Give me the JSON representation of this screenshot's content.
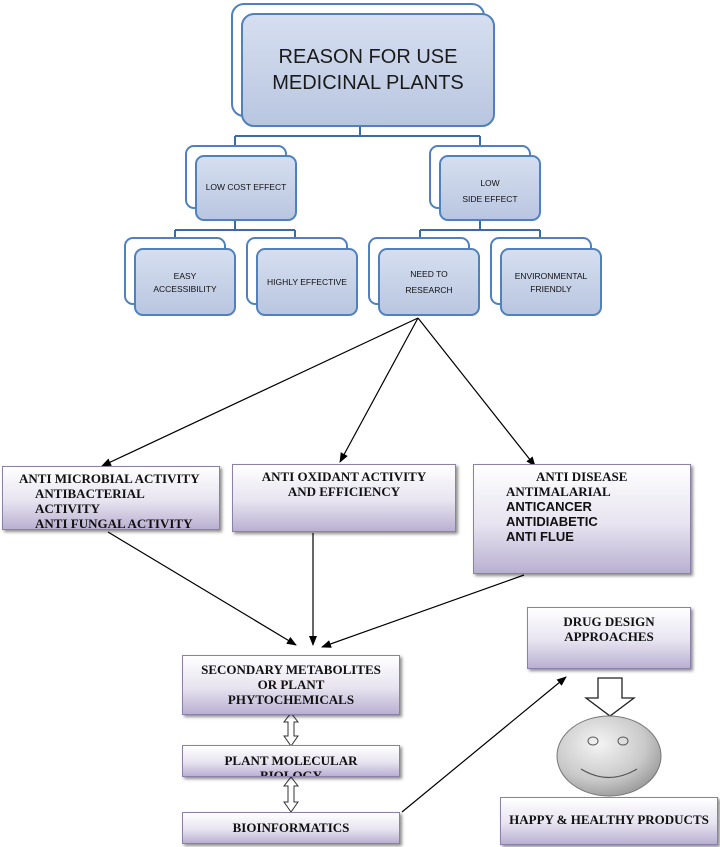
{
  "root": {
    "line1": "REASON FOR USE",
    "line2": "MEDICINAL PLANTS"
  },
  "level1": {
    "low_cost": "LOW COST EFFECT",
    "low_side": {
      "line1": "LOW",
      "line2": "SIDE EFFECT"
    }
  },
  "level2": {
    "easy": {
      "line1": "EASY",
      "line2": "ACCESSIBILITY"
    },
    "highly": "HIGHLY EFFECTIVE",
    "need": {
      "line1": "NEED TO",
      "line2": "RESEARCH"
    },
    "env": {
      "line1": "ENVIRONMENTAL",
      "line2": "FRIENDLY"
    }
  },
  "activities": {
    "microbial": {
      "title": "ANTI MICROBIAL ACTIVITY",
      "item1": "ANTIBACTERIAL",
      "item2": "ACTIVITY",
      "item3": "ANTI FUNGAL ACTIVITY"
    },
    "oxidant": {
      "line1": "ANTI OXIDANT ACTIVITY",
      "line2": "AND EFFICIENCY"
    },
    "disease": {
      "title": "ANTI DISEASE",
      "item1": "ANTIMALARIAL",
      "item2": "ANTICANCER",
      "item3": "ANTIDIABETIC",
      "item4": "ANTI FLUE"
    }
  },
  "lower": {
    "secondary": {
      "line1": "SECONDARY METABOLITES",
      "line2": "OR PLANT",
      "line3": "PHYTOCHEMICALS"
    },
    "molecular": {
      "line1": "PLANT MOLECULAR",
      "line2": "BIOLOGY"
    },
    "bioinformatics": "BIOINFORMATICS",
    "drug_design": {
      "line1": "DRUG DESIGN",
      "line2": "APPROACHES"
    },
    "happy": "HAPPY & HEALTHY PRODUCTS"
  },
  "colors": {
    "blue_border": "#4f81bd",
    "blue_fill": "#c5d0e5",
    "purple_dark": "#b9b0d1",
    "connector": "#3a6aa8"
  }
}
